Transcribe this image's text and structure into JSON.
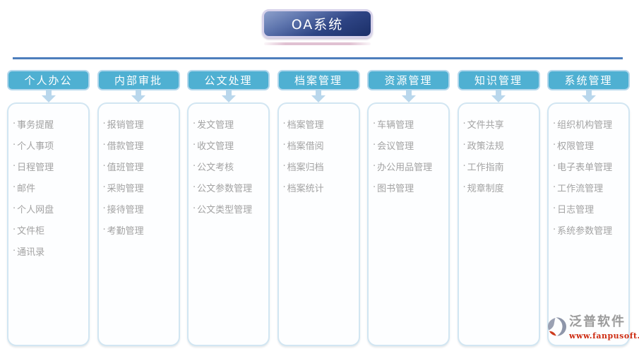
{
  "title": "OA系统",
  "bullet": "·",
  "columns": [
    {
      "header": "个人办公",
      "items": [
        "事务提醒",
        "个人事项",
        "日程管理",
        "邮件",
        "个人网盘",
        "文件柜",
        "通讯录"
      ]
    },
    {
      "header": "内部审批",
      "items": [
        "报销管理",
        "借款管理",
        "值班管理",
        "采购管理",
        "接待管理",
        "考勤管理"
      ]
    },
    {
      "header": "公文处理",
      "items": [
        "发文管理",
        "收文管理",
        "公文考核",
        "公文参数管理",
        "公文类型管理"
      ]
    },
    {
      "header": "档案管理",
      "items": [
        "档案管理",
        "档案借阅",
        "档案归档",
        "档案统计"
      ]
    },
    {
      "header": "资源管理",
      "items": [
        "车辆管理",
        "会议管理",
        "办公用品管理",
        "图书管理"
      ]
    },
    {
      "header": "知识管理",
      "items": [
        "文件共享",
        "政策法规",
        "工作指南",
        "规章制度"
      ]
    },
    {
      "header": "系统管理",
      "items": [
        "组织机构管理",
        "权限管理",
        "电子表单管理",
        "工作流管理",
        "日志管理",
        "系统参数管理"
      ]
    }
  ],
  "watermark": {
    "brand": "泛普软件",
    "url": "www.fanpusoft.com"
  },
  "colors": {
    "header_bg": "#4fb0d2",
    "header_border": "#b3d7ec",
    "body_border": "#d2e6f2",
    "divider": "#4d7ebc",
    "arrow": "#b9d7ec",
    "title_border": "#d7d2ea",
    "item_text": "#a3a3a3",
    "brand_gray": "#9b9b9b",
    "brand_red": "#cd2c12"
  }
}
